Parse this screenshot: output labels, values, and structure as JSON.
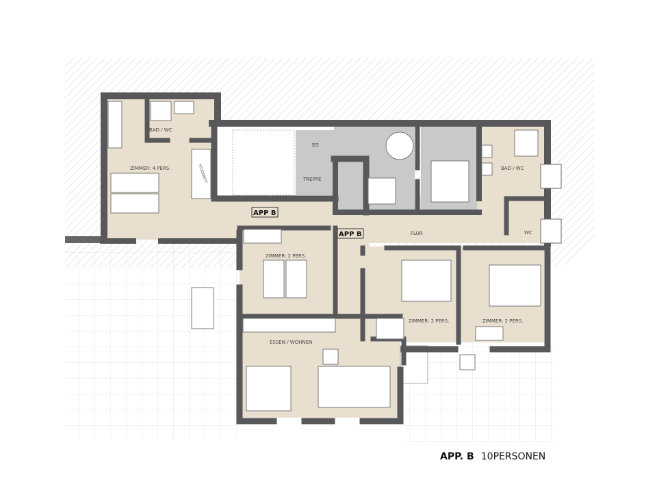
{
  "colors": {
    "wall": "#58585a",
    "floor": "#e9dfcf",
    "service": "#c9c9c9",
    "hatch": "#d8d8d8",
    "grid": "#e6e6e6"
  },
  "rooms": {
    "zimmer_4": "ZIMMER: 4 PERS.",
    "bad_wc_left": "BAD / WC",
    "stockbett": "STOCKBETT",
    "treppe": "TREPPE",
    "eg": "EG",
    "bad_wc_right": "BAD / WC",
    "wc": "WC",
    "flur": "FLUR",
    "zimmer_2_left": "ZIMMER: 2 PERS.",
    "zimmer_2_mid": "ZIMMER: 2 PERS.",
    "zimmer_2_right": "ZIMMER: 2 PERS.",
    "essen_wohnen": "ESSEN / WOHNEN"
  },
  "app_tags": [
    "APP B",
    "APP B"
  ],
  "title": {
    "bold": "APP. B",
    "regular": "10PERSONEN"
  }
}
